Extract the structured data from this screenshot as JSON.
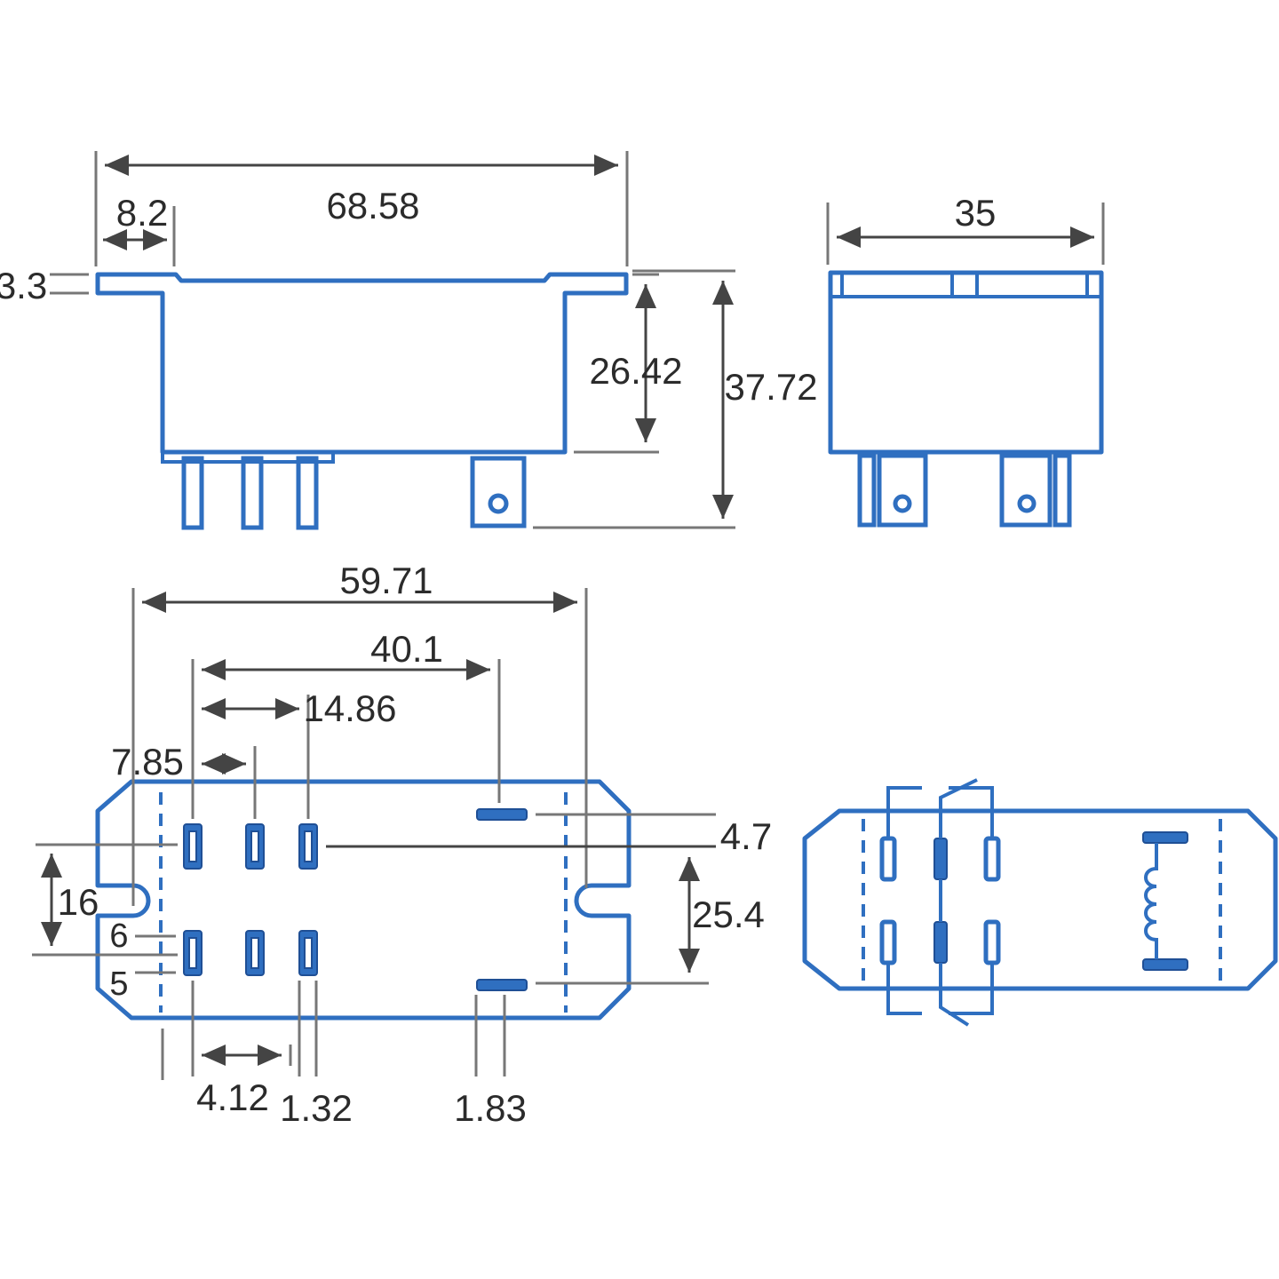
{
  "dimensions": {
    "overall_length": "68.58",
    "flange_width": "8.2",
    "flange_thickness": "3.3",
    "body_height": "26.42",
    "total_height": "37.72",
    "side_width": "35",
    "mount_hole_spacing": "59.71",
    "terminal_span": "40.1",
    "pin_pitch_two": "14.86",
    "pin_pitch_one": "7.85",
    "pin_offset": "4.7",
    "row_spacing": "16",
    "tab_row_spacing": "25.4",
    "pin_pitch_small": "4.12",
    "pin_thickness": "1.32",
    "tab_thickness": "1.83"
  },
  "pin_labels": {
    "pin_6": "6",
    "pin_5": "5"
  },
  "colors": {
    "outline": "#2f6fc0",
    "dimension": "#444444"
  }
}
